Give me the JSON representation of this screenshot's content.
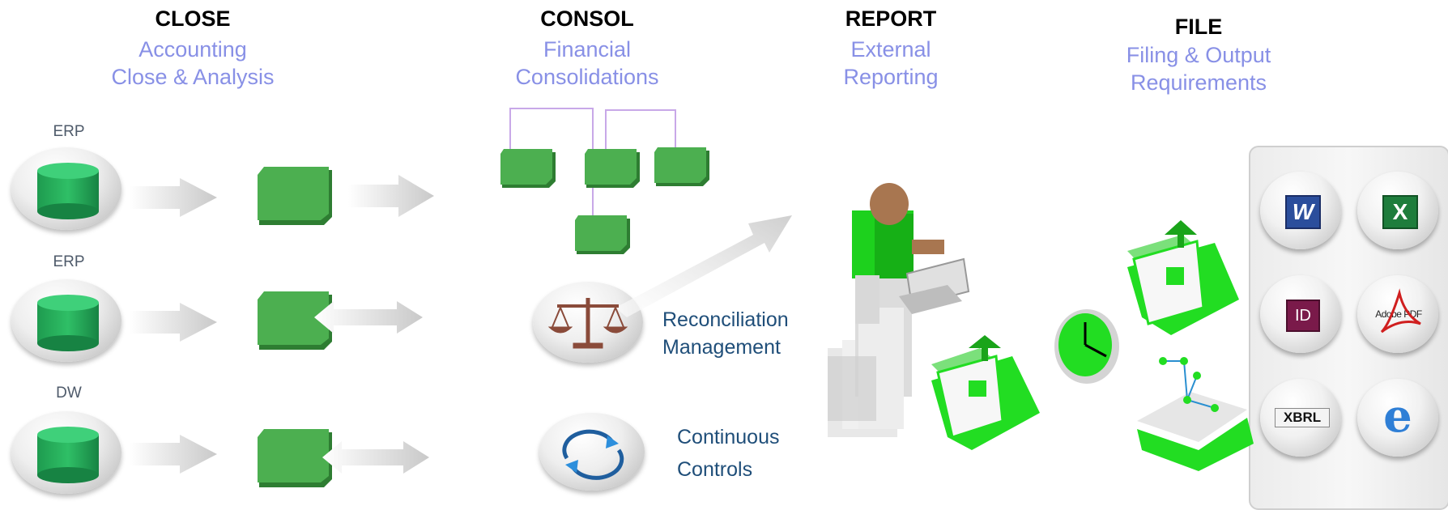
{
  "columns": [
    {
      "heading": "CLOSE",
      "subtitle_line1": "Accounting",
      "subtitle_line2": "Close & Analysis"
    },
    {
      "heading": "CONSOL",
      "subtitle_line1": "Financial",
      "subtitle_line2": "Consolidations"
    },
    {
      "heading": "REPORT",
      "subtitle_line1": "External",
      "subtitle_line2": "Reporting"
    },
    {
      "heading": "FILE",
      "subtitle_line1": "Filing & Output",
      "subtitle_line2": "Requirements"
    }
  ],
  "sources": [
    {
      "label": "ERP"
    },
    {
      "label": "ERP"
    },
    {
      "label": "DW"
    }
  ],
  "consol_items": [
    {
      "line1": "Reconciliation",
      "line2": "Management"
    },
    {
      "line1": "Continuous",
      "line2": "Controls"
    }
  ],
  "file_formats": [
    {
      "icon": "word-icon",
      "text": "W"
    },
    {
      "icon": "excel-icon",
      "text": "X"
    },
    {
      "icon": "indesign-icon",
      "text": "ID"
    },
    {
      "icon": "adobe-pdf-icon",
      "text": "Adobe PDF"
    },
    {
      "icon": "xbrl-icon",
      "text": "XBRL"
    },
    {
      "icon": "internet-explorer-icon",
      "text": "e"
    }
  ],
  "colors": {
    "accent_green": "#4caf50",
    "bright_green": "#22dd22",
    "subtitle_blue": "#8890e6",
    "label_blue": "#1f4e79"
  }
}
